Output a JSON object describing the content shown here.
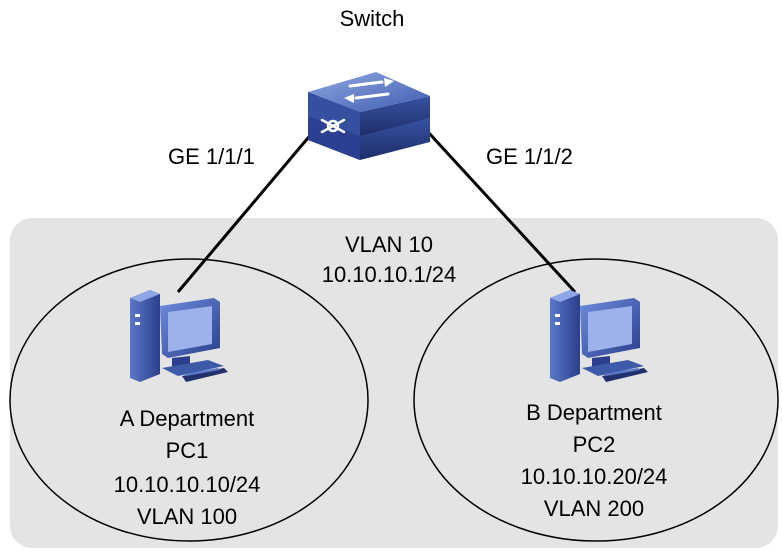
{
  "switch": {
    "label": "Switch"
  },
  "links": {
    "left_port": "GE 1/1/1",
    "right_port": "GE 1/1/2"
  },
  "vlan_region": {
    "vlan": "VLAN 10",
    "ip": "10.10.10.1/24"
  },
  "departments": [
    {
      "name": "A Department",
      "pc": "PC1",
      "ip": "10.10.10.10/24",
      "vlan": "VLAN 100"
    },
    {
      "name": "B Department",
      "pc": "PC2",
      "ip": "10.10.10.20/24",
      "vlan": "VLAN 200"
    }
  ],
  "colors": {
    "region_fill": "#e4e4e4",
    "device_blue": "#3d5aa8",
    "device_dark": "#22306e",
    "line": "#000000"
  },
  "icons": {
    "switch": "network-switch-icon",
    "pc": "desktop-pc-icon"
  }
}
